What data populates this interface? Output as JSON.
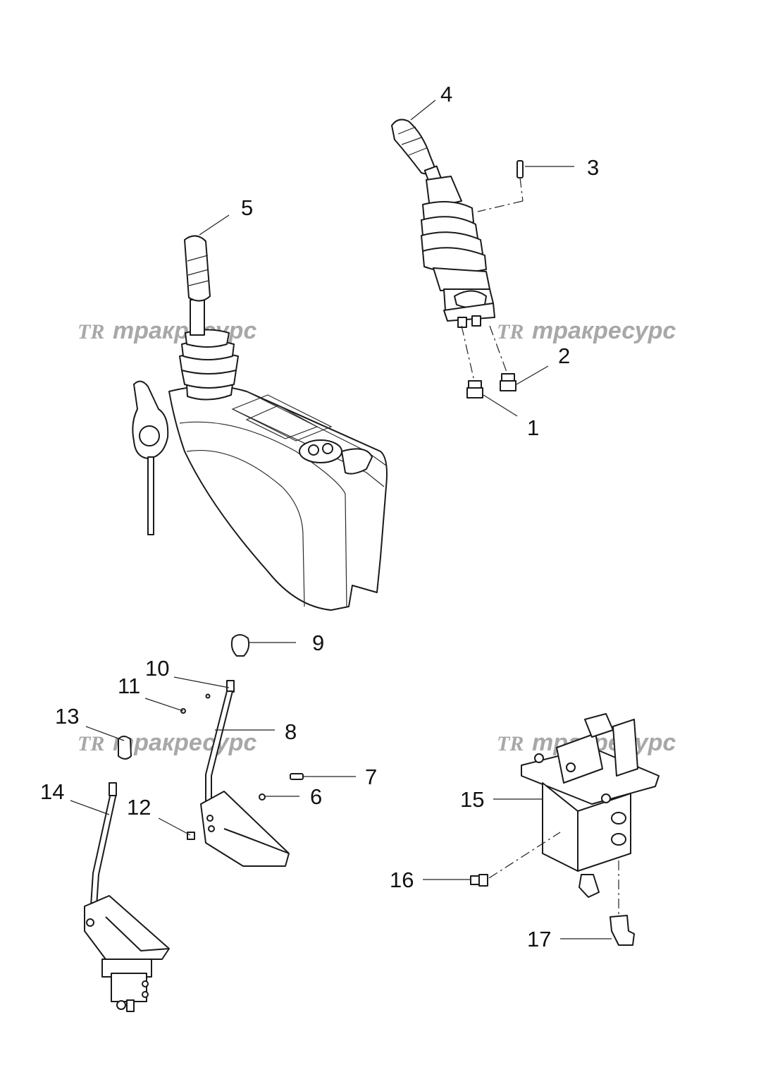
{
  "watermark": {
    "text": "тракресурс",
    "logo": "TR"
  },
  "callouts": {
    "c1": "1",
    "c2": "2",
    "c3": "3",
    "c4": "4",
    "c5": "5",
    "c6": "6",
    "c7": "7",
    "c8": "8",
    "c9": "9",
    "c10": "10",
    "c11": "11",
    "c12": "12",
    "c13": "13",
    "c14": "14",
    "c15": "15",
    "c16": "16",
    "c17": "17"
  }
}
